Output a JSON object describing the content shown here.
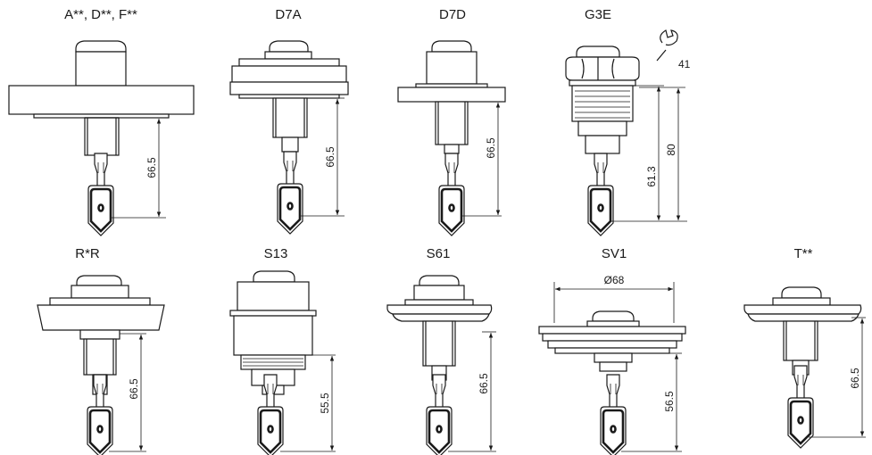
{
  "variants": [
    {
      "label": "A**, D**, F**",
      "dimension": "66.5"
    },
    {
      "label": "D7A",
      "dimension": "66.5"
    },
    {
      "label": "D7D",
      "dimension": "66.5"
    },
    {
      "label": "G3E",
      "dimensions": [
        "61.3",
        "80"
      ],
      "wrench": "41"
    },
    {
      "label": "R*R",
      "dimension": "66.5"
    },
    {
      "label": "S13",
      "dimension": "55.5"
    },
    {
      "label": "S61",
      "dimension": "66.5"
    },
    {
      "label": "SV1",
      "dimension": "56.5",
      "diameter": "Ø68"
    },
    {
      "label": "T**",
      "dimension": "66.5"
    }
  ]
}
